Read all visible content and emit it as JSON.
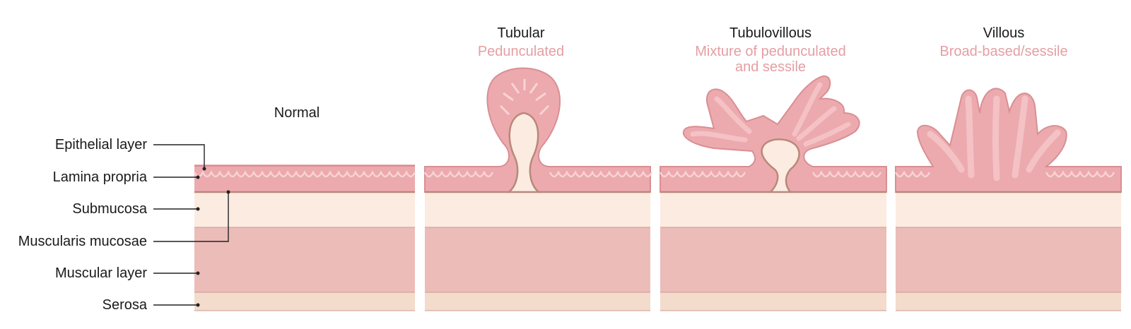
{
  "colors": {
    "mucosa": "#ecaaae",
    "mucosa_dark": "#e39ea2",
    "mucosa_inner": "#f4c2c4",
    "submucosa": "#fcebe1",
    "muscular": "#ecbcb9",
    "serosa": "#f3dccb",
    "line": "#cc9a90",
    "outline": "#b8897a"
  },
  "layer_labels": [
    "Epithelial layer",
    "Lamina propria",
    "Submucosa",
    "Muscularis mucosae",
    "Muscular layer",
    "Serosa"
  ],
  "panels": [
    {
      "title": "Normal",
      "subtitle": ""
    },
    {
      "title": "Tubular",
      "subtitle": "Pedunculated"
    },
    {
      "title": "Tubulovillous",
      "subtitle": "Mixture of pedunculated",
      "subtitle2": "and sessile"
    },
    {
      "title": "Villous",
      "subtitle": "Broad-based/sessile"
    }
  ]
}
